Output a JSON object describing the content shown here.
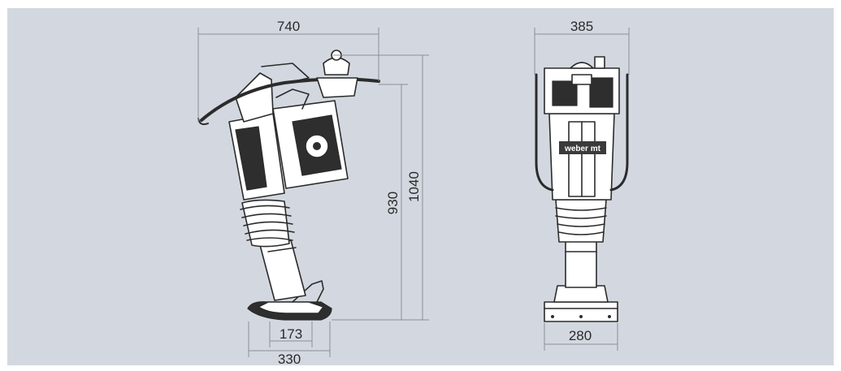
{
  "dimensions": {
    "side_width": "740",
    "side_height_total": "1040",
    "side_height_handle": "930",
    "foot_inner": "173",
    "foot_outer": "330",
    "front_width": "385",
    "front_foot": "280"
  },
  "logo_text": "weber mt",
  "colors": {
    "background": "#d3d8e0",
    "line": "#2b2b2b",
    "dimension_line": "#8a8f96"
  }
}
